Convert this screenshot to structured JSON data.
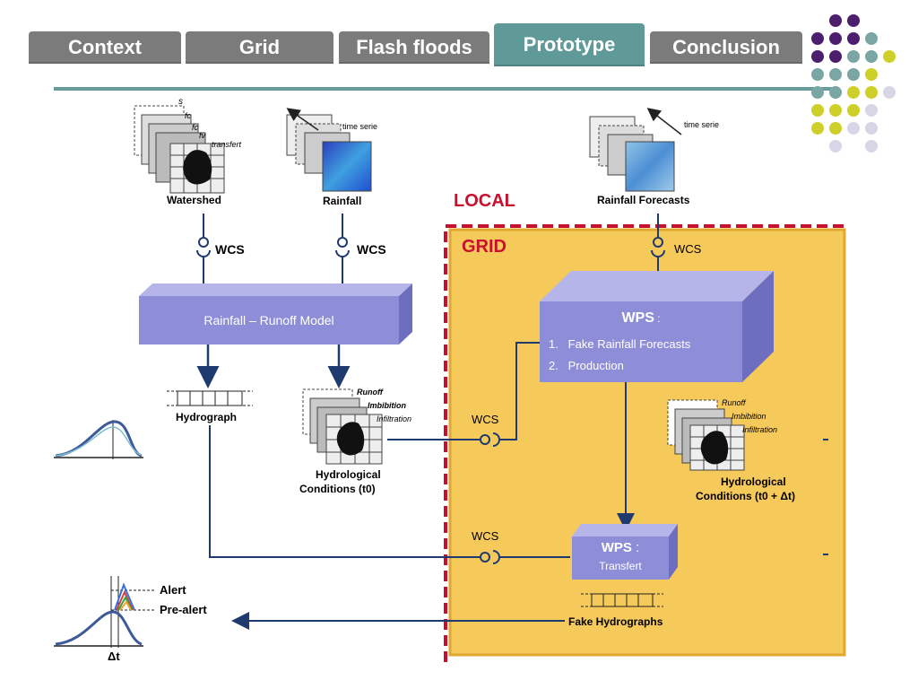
{
  "tabs": [
    {
      "label": "Context"
    },
    {
      "label": "Grid"
    },
    {
      "label": "Flash floods"
    },
    {
      "label": "Prototype"
    },
    {
      "label": "Conclusion"
    }
  ],
  "colors": {
    "tab_grey": "#7b7b7b",
    "tab_active": "#5f9a98",
    "rule": "#679b9b",
    "grid_fill": "#f5c95a",
    "local_dash": "#c8102e",
    "box_purple": "#8e8ed8",
    "line_navy": "#1e3a6e"
  },
  "diagram": {
    "watershed": {
      "label": "Watershed",
      "layers": [
        "s",
        "fc",
        "fc",
        "fv",
        "transfert"
      ]
    },
    "rainfall": {
      "label": "Rainfall",
      "arrow_label": "time serie"
    },
    "rainfall_forecasts": {
      "label": "Rainfall Forecasts",
      "arrow_label": "time serie"
    },
    "wcs_watershed": "WCS",
    "wcs_rainfall": "WCS",
    "wcs_forecasts": "WCS",
    "wcs_hydrological": "WCS",
    "wcs_hydrograph": "WCS",
    "model": "Rainfall – Runoff Model",
    "hydrograph": "Hydrograph",
    "hydro_t0": {
      "layers": [
        "Runoff",
        "Imbibition",
        "Infiltration"
      ],
      "label_line1": "Hydrological",
      "label_line2": "Conditions (t0)"
    },
    "hydro_t0dt": {
      "layers": [
        "Runoff",
        "Imbibition",
        "Infiltration"
      ],
      "label_line1": "Hydrological",
      "label_line2": "Conditions (t0 + Δt)"
    },
    "local": "LOCAL",
    "grid": "GRID",
    "wps1": {
      "title": "WPS",
      "colon": " :",
      "item1": "1.   Fake Rainfall Forecasts",
      "item2": "2.   Production"
    },
    "wps2": {
      "title": "WPS",
      "colon": " :",
      "sub": "Transfert"
    },
    "fake_hydrographs": "Fake Hydrographs",
    "alert": "Alert",
    "pre_alert": "Pre-alert",
    "delta_t": "Δt"
  }
}
